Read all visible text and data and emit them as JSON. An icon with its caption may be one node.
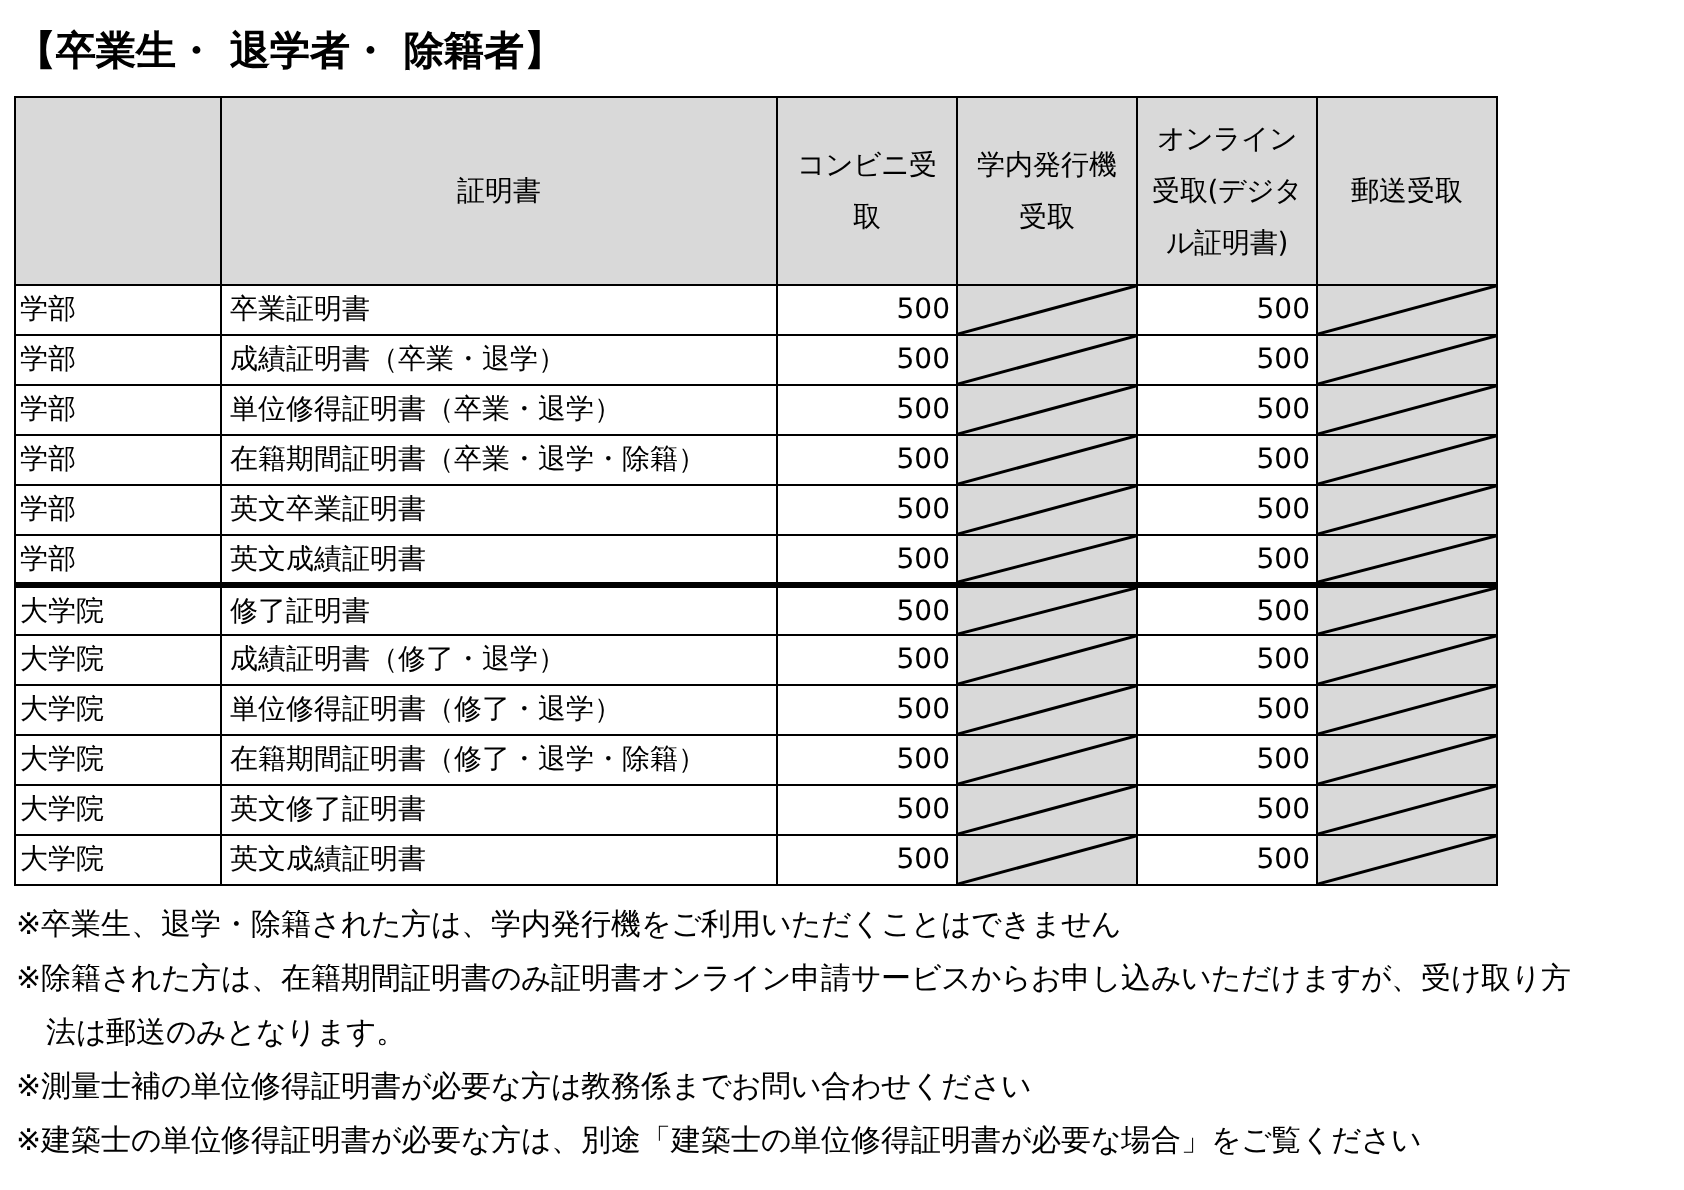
{
  "diagram": {
    "title": "【卒業生・ 退学者・ 除籍者】",
    "labels": [
      "証明書",
      "コンビニ受取",
      "学内発行機受取",
      "オンライン受取(デジタル証明書)",
      "郵送受取",
      "学部",
      "卒業証明書",
      "500",
      "500",
      "学部",
      "成績証明書（卒業・退学）",
      "500",
      "500",
      "学部",
      "単位修得証明書（卒業・退学）",
      "500",
      "500",
      "学部",
      "在籍期間証明書（卒業・退学・除籍）",
      "500",
      "500",
      "学部",
      "英文卒業証明書",
      "500",
      "500",
      "学部",
      "英文成績証明書",
      "500",
      "500",
      "大学院",
      "修了証明書",
      "500",
      "500",
      "大学院",
      "成績証明書（修了・退学）",
      "500",
      "500",
      "大学院",
      "単位修得証明書（修了・退学）",
      "500",
      "500",
      "大学院",
      "在籍期間証明書（修了・退学・除籍）",
      "500",
      "500",
      "大学院",
      "英文修了証明書",
      "500",
      "500",
      "大学院",
      "英文成績証明書",
      "500",
      "500",
      "※卒業生、退学・除籍された方は、学内発行機をご利用いただくことはできません",
      "※除籍された方は、在籍期間証明書のみ証明書オンライン申請サービスからお申し込みいただけますが、受け取り方法は郵送のみとなります。",
      "※測量士補の単位修得証明書が必要な方は教務係までお問い合わせください",
      "※建築士の単位修得証明書が必要な方は、別途「建築士の単位修得証明書が必要な場合」をご覧ください"
    ]
  }
}
